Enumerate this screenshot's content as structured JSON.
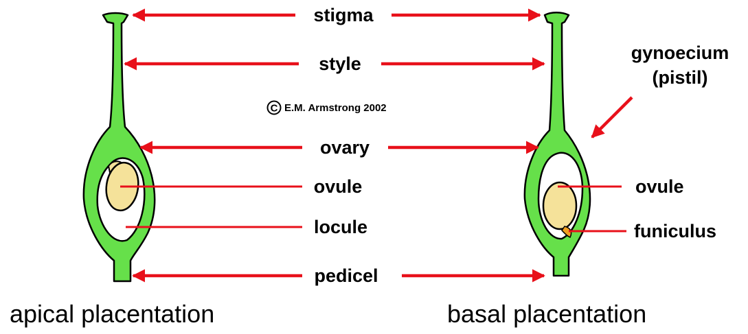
{
  "labels": {
    "stigma": "stigma",
    "style": "style",
    "ovary": "ovary",
    "ovule": "ovule",
    "locule": "locule",
    "pedicel": "pedicel",
    "gynoecium_line1": "gynoecium",
    "gynoecium_line2": "(pistil)",
    "ovule_right": "ovule",
    "funiculus": "funiculus"
  },
  "titles": {
    "left": "apical placentation",
    "right": "basal placentation"
  },
  "copyright": {
    "symbol": "C",
    "text": "E.M. Armstrong 2002"
  },
  "colors": {
    "pistil_fill": "#66e04a",
    "ovule_fill": "#f5e29a",
    "arrow": "#e8101a",
    "outline": "#000000",
    "text": "#000000"
  }
}
